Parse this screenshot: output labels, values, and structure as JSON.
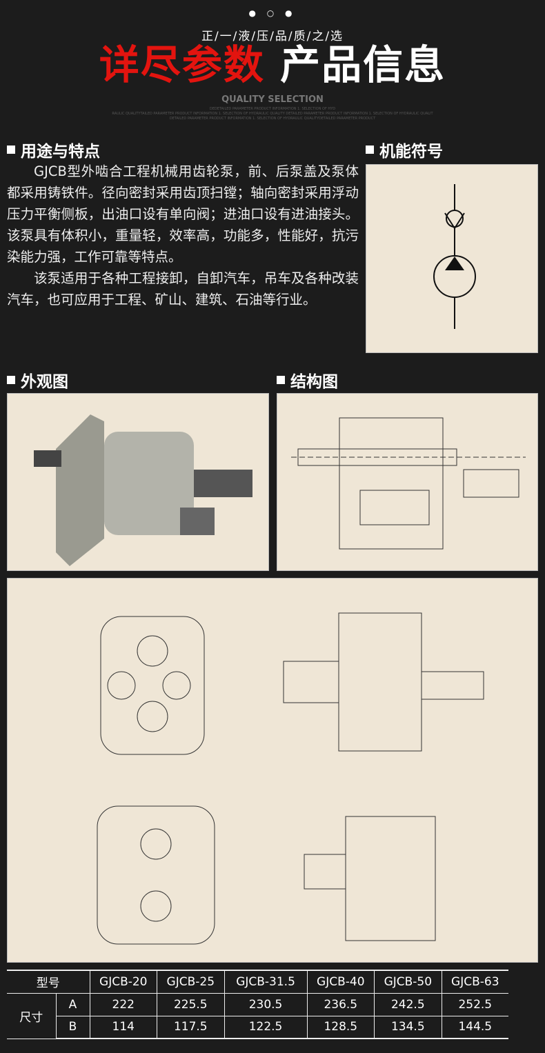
{
  "header": {
    "dots": "● ○ ●",
    "subtitle": "正/一/液/压/品/质/之/选",
    "title_red": "详尽参数",
    "title_white": "产品信息",
    "quality": "QUALITY SELECTION",
    "tiny_lines": [
      "DEDETAILED PARAMETER PRODUCT INFORMATION 1. SELECTION OF HYD",
      "RAULIC QUALITYTAILED PARAMETER PRODUCT INFORMATION 1. SELECTION OF HYDRAULIC QUALITY DETAILED PARAMETER PRODUCT INFORMATION 1. SELECTION OF HYDRAULIC QUALIT",
      "DETAILED PARAMETER PRODUCT INFORMATION 1. SELECTION OF HYDRAULIC QUALITYDETAILED PARAMETER PRODUCT"
    ]
  },
  "sections": {
    "usage": "用途与特点",
    "symbol": "机能符号",
    "appearance": "外观图",
    "structure": "结构图"
  },
  "usage_text": [
    "GJCB型外啮合工程机械用齿轮泵，前、后泵盖及泵体都采用铸铁件。径向密封采用齿顶扫镗；轴向密封采用浮动压力平衡侧板，出油口设有单向阀；进油口设有进油接头。该泵具有体积小，重量轻，效率高，功能多，性能好，抗污染能力强，工作可靠等特点。",
    "该泵适用于各种工程接卸，自卸汽车，吊车及各种改装汽车，也可应用于工程、矿山、建筑、石油等行业。"
  ],
  "table": {
    "header_label": "型号",
    "size_label": "尺寸",
    "models": [
      "GJCB-20",
      "GJCB-25",
      "GJCB-31.5",
      "GJCB-40",
      "GJCB-50",
      "GJCB-63"
    ],
    "rows": [
      {
        "label": "A",
        "values": [
          "222",
          "225.5",
          "230.5",
          "236.5",
          "242.5",
          "252.5"
        ]
      },
      {
        "label": "B",
        "values": [
          "114",
          "117.5",
          "122.5",
          "128.5",
          "134.5",
          "144.5"
        ]
      }
    ]
  }
}
